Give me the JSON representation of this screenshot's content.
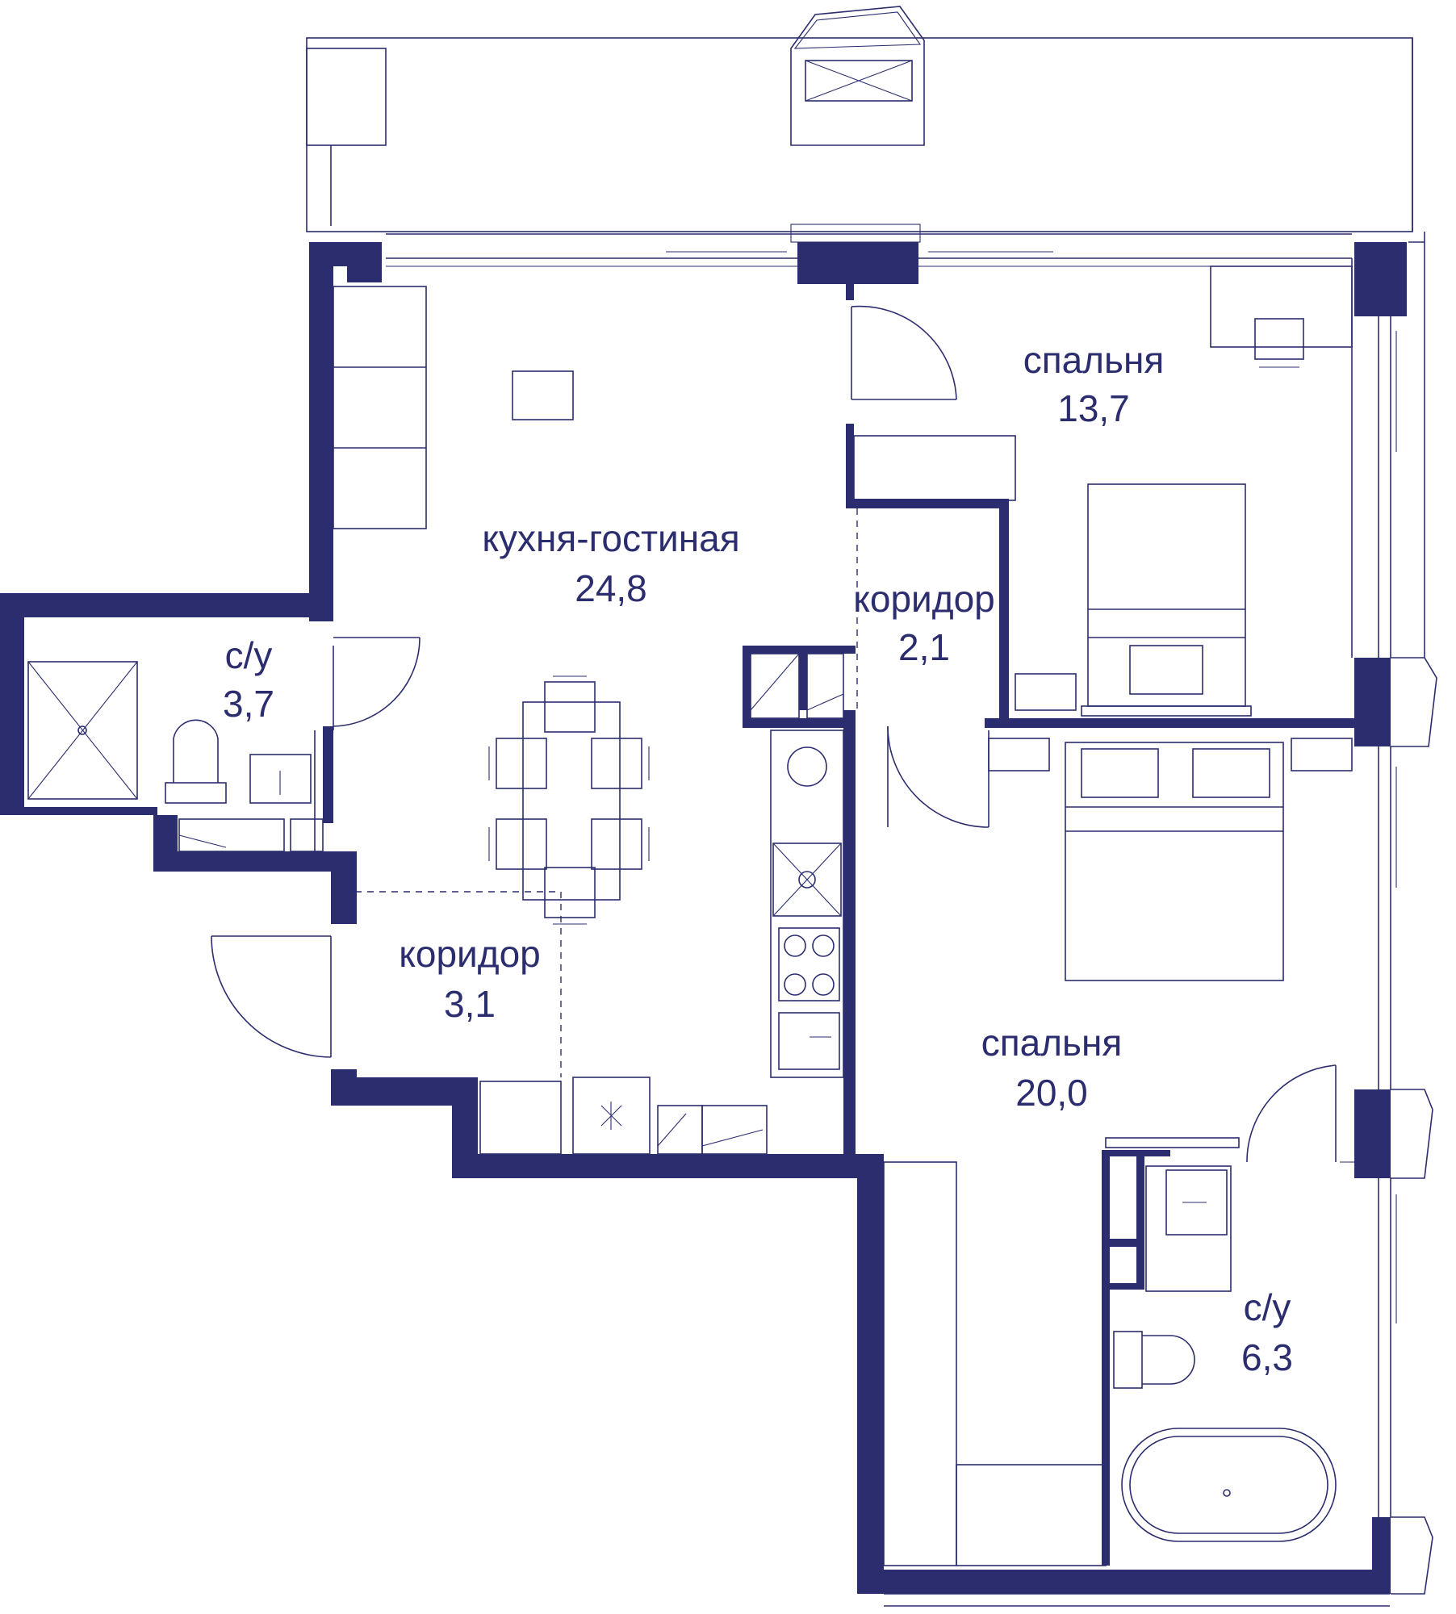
{
  "colors": {
    "wall": "#2b2d6e",
    "background": "#ffffff"
  },
  "rooms": [
    {
      "name": "кухня-гостиная",
      "area": "24,8"
    },
    {
      "name": "спальня",
      "area": "13,7"
    },
    {
      "name": "коридор",
      "area": "2,1"
    },
    {
      "name": "с/у",
      "area": "3,7"
    },
    {
      "name": "коридор",
      "area": "3,1"
    },
    {
      "name": "спальня",
      "area": "20,0"
    },
    {
      "name": "с/у",
      "area": "6,3"
    }
  ]
}
